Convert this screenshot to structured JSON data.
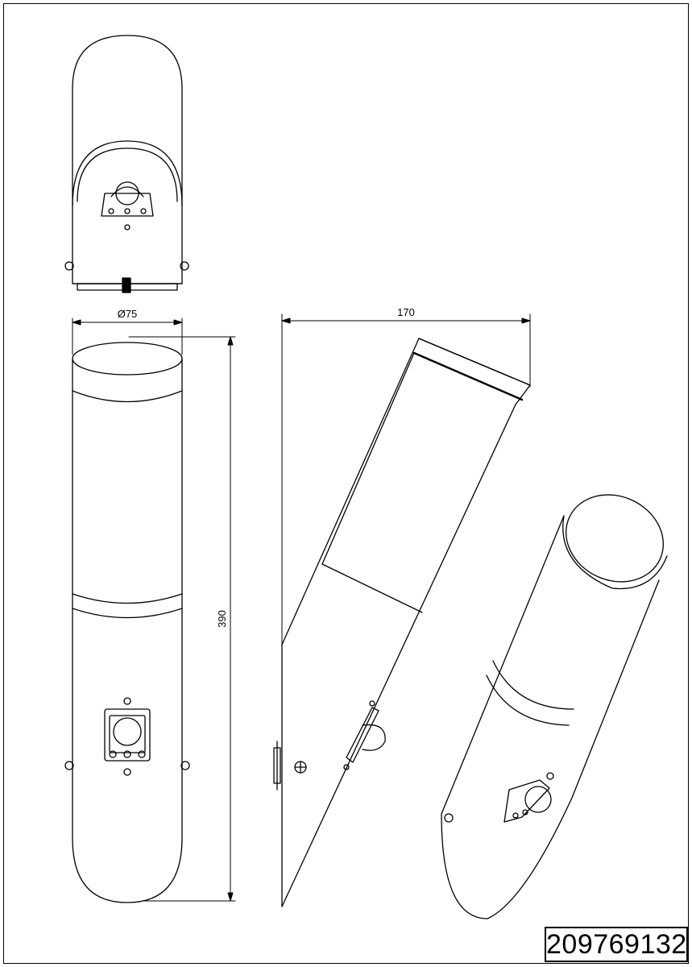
{
  "dimensions": {
    "diameter": "Ø75",
    "height": "390",
    "projection": "170"
  },
  "part_number": "209769132"
}
